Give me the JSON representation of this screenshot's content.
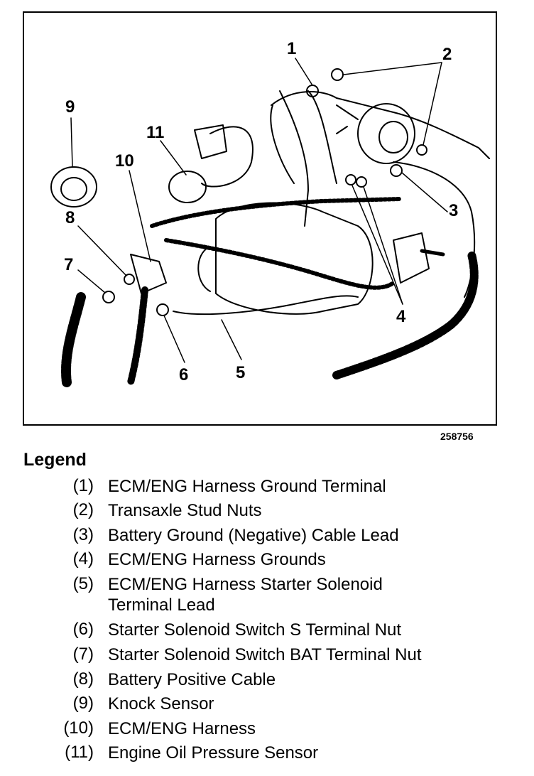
{
  "figure_id": "258756",
  "legend_title": "Legend",
  "callouts": [
    "1",
    "2",
    "3",
    "4",
    "5",
    "6",
    "7",
    "8",
    "9",
    "10",
    "11"
  ],
  "legend": [
    {
      "num": "(1)",
      "text": "ECM/ENG Harness Ground Terminal"
    },
    {
      "num": "(2)",
      "text": "Transaxle Stud Nuts"
    },
    {
      "num": "(3)",
      "text": "Battery Ground (Negative) Cable Lead"
    },
    {
      "num": "(4)",
      "text": "ECM/ENG Harness Grounds"
    },
    {
      "num": "(5)",
      "text": "ECM/ENG Harness Starter Solenoid Terminal Lead"
    },
    {
      "num": "(6)",
      "text": "Starter Solenoid Switch S Terminal Nut"
    },
    {
      "num": "(7)",
      "text": "Starter Solenoid Switch BAT Terminal Nut"
    },
    {
      "num": "(8)",
      "text": "Battery Positive Cable"
    },
    {
      "num": "(9)",
      "text": "Knock Sensor"
    },
    {
      "num": "(10)",
      "text": "ECM/ENG Harness"
    },
    {
      "num": "(11)",
      "text": "Engine Oil Pressure Sensor"
    }
  ]
}
